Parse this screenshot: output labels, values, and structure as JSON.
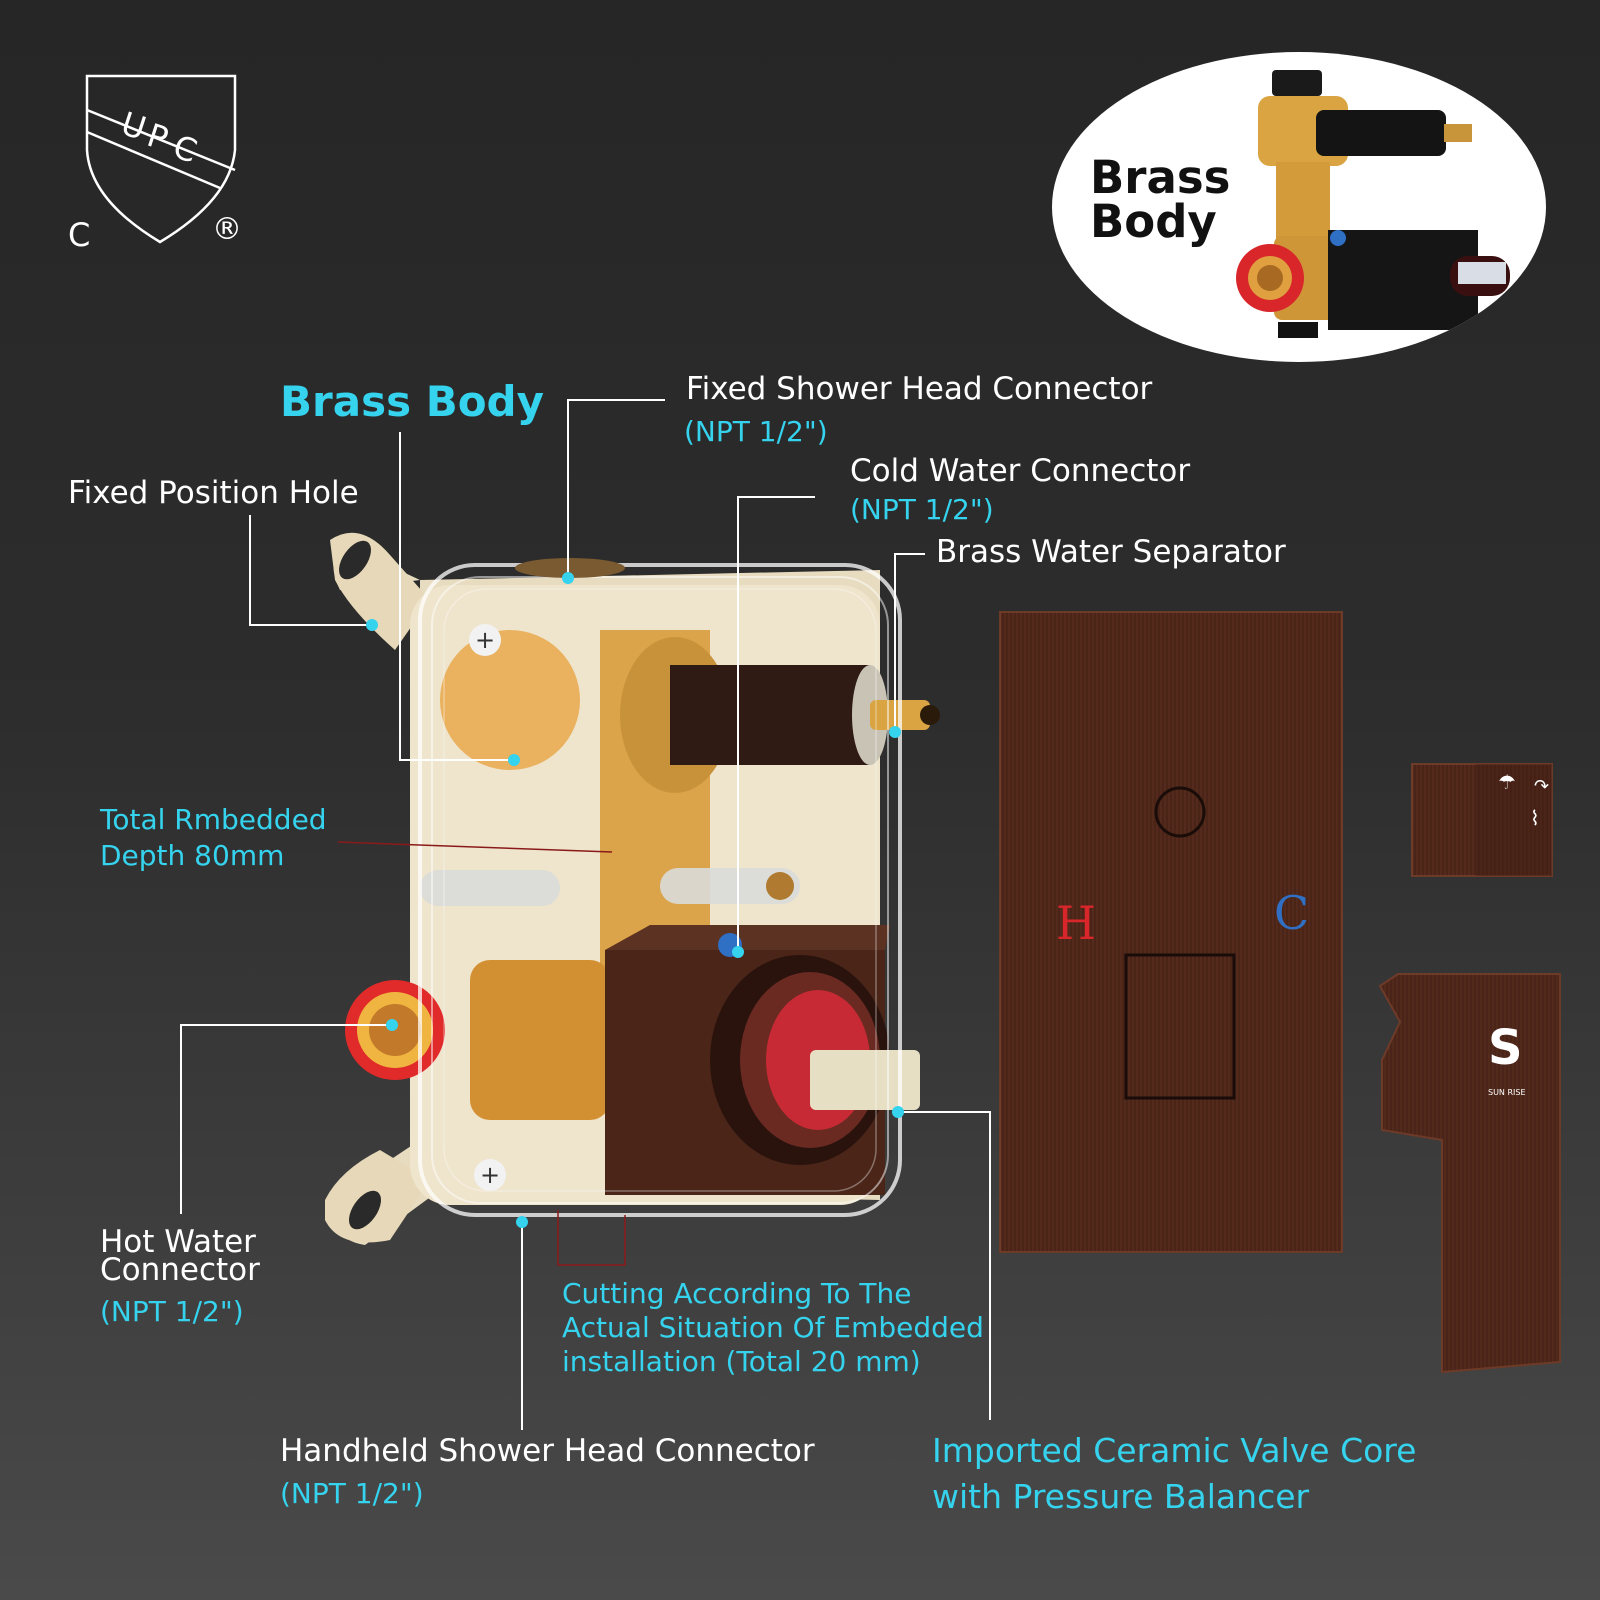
{
  "certification": {
    "mark_letters": [
      "U",
      "P",
      "C"
    ],
    "prefix": "C",
    "registered": "®"
  },
  "inset": {
    "label_line1": "Brass",
    "label_line2": "Body"
  },
  "callouts": {
    "brass_body": "Brass Body",
    "fixed_position_hole": "Fixed Position Hole",
    "fixed_shower_head": {
      "title": "Fixed Shower Head Connector",
      "spec": "(NPT 1/2\")"
    },
    "cold_water": {
      "title": "Cold Water Connector",
      "spec": "(NPT 1/2\")"
    },
    "brass_separator": "Brass Water Separator",
    "embedded_depth": {
      "line1": "Total Rmbedded",
      "line2": "Depth 80mm"
    },
    "hot_water": {
      "line1": "Hot Water",
      "line2": "Connector",
      "spec": "(NPT 1/2\")"
    },
    "cutting": {
      "line1": "Cutting According To The",
      "line2": "Actual Situation Of Embedded",
      "line3": "installation (Total 20 mm)"
    },
    "handheld": {
      "title": "Handheld Shower Head Connector",
      "spec": "(NPT 1/2\")"
    },
    "valve_core": {
      "line1": "Imported Ceramic Valve Core",
      "line2": "with Pressure Balancer"
    }
  },
  "trim_plate": {
    "hot_mark": "H",
    "cold_mark": "C"
  },
  "handle": {
    "brand_letter": "S",
    "brand_name": "SUN RISE"
  },
  "colors": {
    "background": "#2a2a2a",
    "accent_cyan": "#35d3ee",
    "bronze": "#5a2e1e",
    "brass": "#d9a441",
    "hot_red": "#d8262b",
    "cold_blue": "#2f6fc4"
  }
}
